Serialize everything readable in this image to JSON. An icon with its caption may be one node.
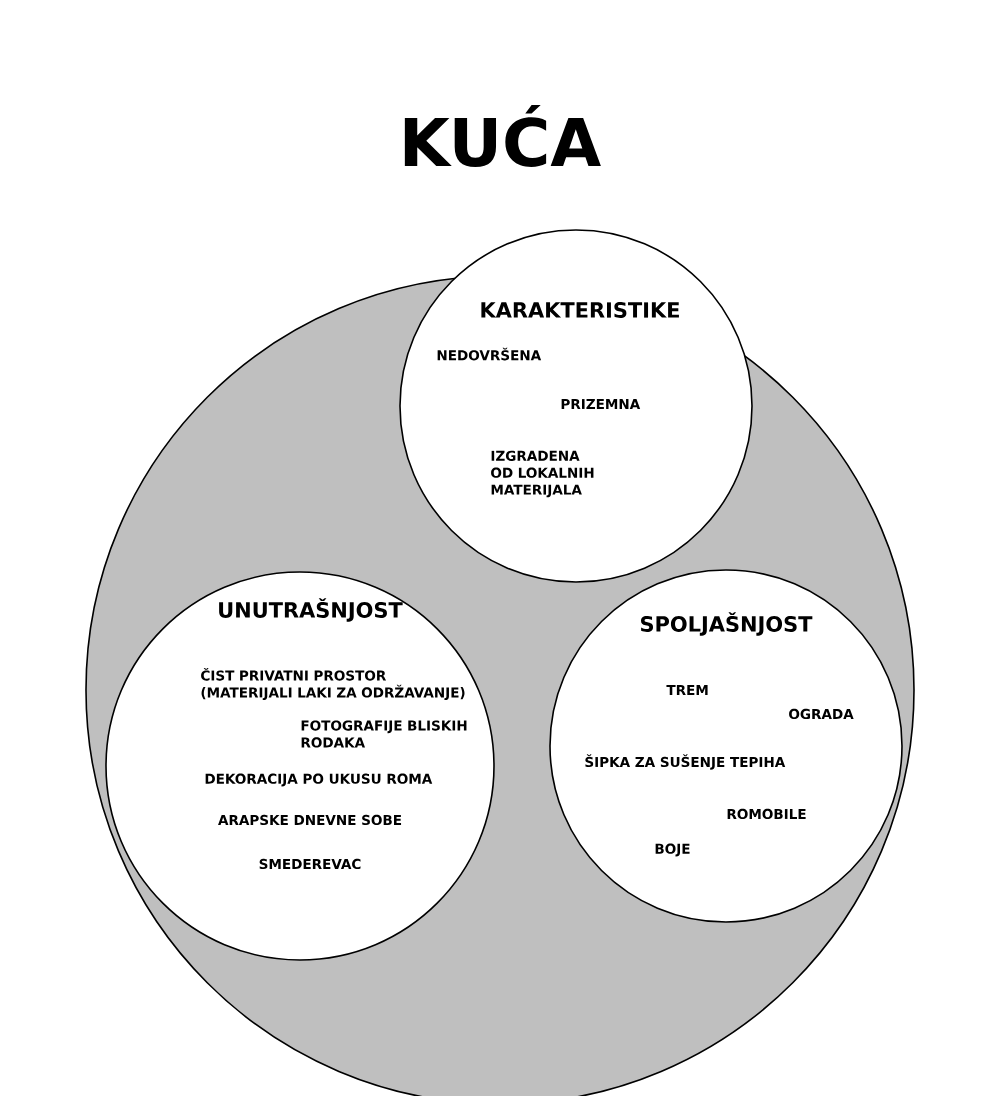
{
  "diagram": {
    "title": "KUĆA",
    "nodes": [
      {
        "text": [],
        "shape": "circle"
      },
      {
        "text": [
          "KARAKTERISTIKE",
          "NEDOVRŠENA",
          "PRIZEMNA",
          "IZGRADENA OD LOKALNIH MATERIJALA"
        ],
        "in": 0
      },
      {
        "text": [
          "UNUTRAŠNJOST",
          "ČIST PRIVATNI PROSTOR (MATERIJALI LAKI ZA ODRŽAVANJE)",
          "FOTOGRAFIJE BLISKIH RODAKA",
          "DEKORACIJA PO UKUSU ROMA",
          "ARAPSKE DNEVNE SOBE",
          "SMEDEREVAC"
        ],
        "in": 0
      },
      {
        "text": [
          "SPOLJAŠNJOST",
          "TREM",
          "OGRADA",
          "ŠIPKA ZA SUŠENJE TEPIHA",
          "ROMOBILE",
          "BOJE"
        ],
        "in": 0
      }
    ],
    "edges": []
  }
}
